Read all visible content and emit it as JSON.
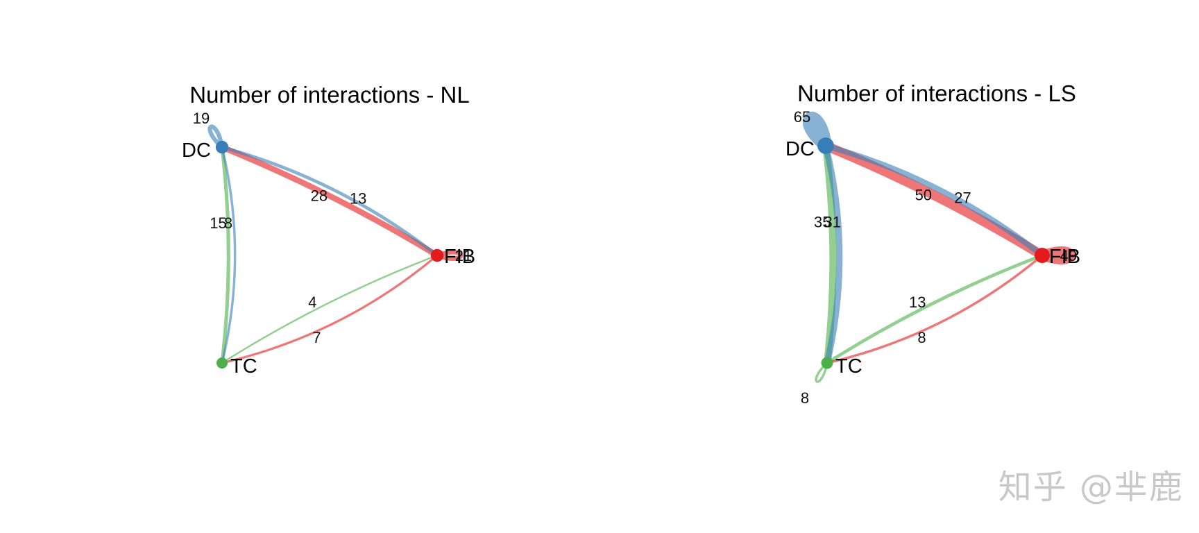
{
  "chart_data": [
    {
      "type": "network",
      "title": "Number of interactions - NL",
      "nodes": [
        {
          "id": "DC",
          "label": "DC",
          "color": "#377EB8"
        },
        {
          "id": "FIB",
          "label": "FIB",
          "color": "#E41A1C"
        },
        {
          "id": "TC",
          "label": "TC",
          "color": "#4DAF4A"
        }
      ],
      "edges": [
        {
          "from": "DC",
          "to": "DC",
          "value": 19
        },
        {
          "from": "FIB",
          "to": "DC",
          "value": 28
        },
        {
          "from": "DC",
          "to": "FIB",
          "value": 13
        },
        {
          "from": "TC",
          "to": "DC",
          "value": 15
        },
        {
          "from": "DC",
          "to": "TC",
          "value": 8
        },
        {
          "from": "TC",
          "to": "FIB",
          "value": 4
        },
        {
          "from": "FIB",
          "to": "TC",
          "value": 7
        },
        {
          "from": "FIB",
          "to": "FIB",
          "value": 21
        }
      ]
    },
    {
      "type": "network",
      "title": "Number of interactions - LS",
      "nodes": [
        {
          "id": "DC",
          "label": "DC",
          "color": "#377EB8"
        },
        {
          "id": "FIB",
          "label": "FIB",
          "color": "#E41A1C"
        },
        {
          "id": "TC",
          "label": "TC",
          "color": "#4DAF4A"
        }
      ],
      "edges": [
        {
          "from": "DC",
          "to": "DC",
          "value": 65
        },
        {
          "from": "FIB",
          "to": "DC",
          "value": 50
        },
        {
          "from": "DC",
          "to": "FIB",
          "value": 27
        },
        {
          "from": "TC",
          "to": "DC",
          "value": 35
        },
        {
          "from": "DC",
          "to": "TC",
          "value": 31
        },
        {
          "from": "TC",
          "to": "FIB",
          "value": 13
        },
        {
          "from": "FIB",
          "to": "TC",
          "value": 8
        },
        {
          "from": "FIB",
          "to": "FIB",
          "value": 49
        },
        {
          "from": "TC",
          "to": "TC",
          "value": 8
        }
      ]
    }
  ],
  "watermark": "知乎 @芈鹿"
}
